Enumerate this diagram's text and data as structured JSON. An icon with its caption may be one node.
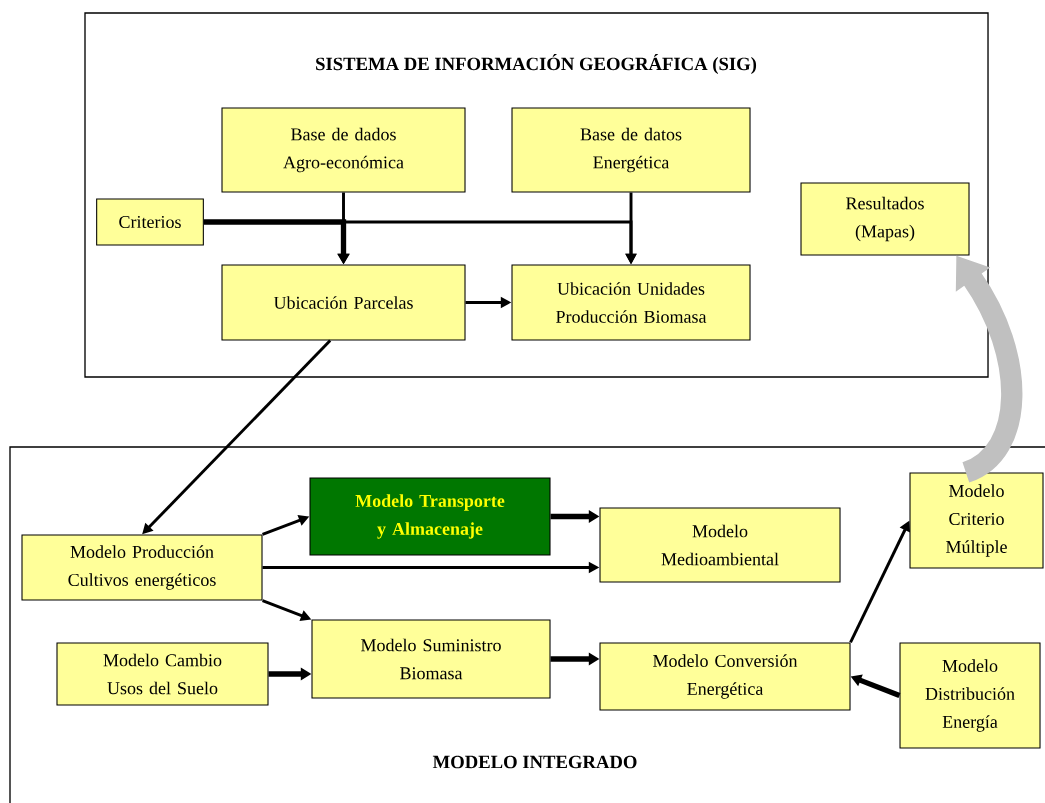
{
  "diagram": {
    "nodes": [
      {
        "text": [
          "SISTEMA DE INFORMACIÓN GEOGRÁFICA (SIG)"
        ]
      },
      {
        "text": [
          "Base de dados Agro-económica"
        ],
        "in": 0
      },
      {
        "text": [
          "Base de datos Energética"
        ],
        "in": 0
      },
      {
        "text": [
          "Criterios"
        ],
        "in": 0
      },
      {
        "text": [
          "Ubicación Parcelas"
        ],
        "in": 0
      },
      {
        "text": [
          "Ubicación Unidades Producción Biomasa"
        ],
        "in": 0
      },
      {
        "text": [
          "Resultados (Mapas)"
        ],
        "in": 0
      },
      {
        "text": [
          "MODELO INTEGRADO"
        ]
      },
      {
        "text": [
          "Modelo Transporte y Almacenaje"
        ],
        "in": 7
      },
      {
        "text": [
          "Modelo Producción Cultivos energéticos"
        ],
        "in": 7
      },
      {
        "text": [
          "Modelo Medioambiental"
        ],
        "in": 7
      },
      {
        "text": [
          "Modelo Criterio Múltiple"
        ],
        "in": 7
      },
      {
        "text": [
          "Modelo Cambio Usos del Suelo"
        ],
        "in": 7
      },
      {
        "text": [
          "Modelo Suministro Biomasa"
        ],
        "in": 7
      },
      {
        "text": [
          "Modelo Conversión Energética"
        ],
        "in": 7
      },
      {
        "text": [
          "Modelo Distribución Energía"
        ],
        "in": 7
      }
    ],
    "edges": [
      {
        "from": 1,
        "to": 4,
        "arrow": "to"
      },
      {
        "from": 3,
        "to": 4,
        "arrow": "to",
        "style": "thick"
      },
      {
        "from": 2,
        "to": 5,
        "arrow": "to"
      },
      {
        "from": 3,
        "to": 5,
        "arrow": "to"
      },
      {
        "from": 4,
        "to": 5,
        "arrow": "to"
      },
      {
        "from": 4,
        "to": 9,
        "arrow": "to"
      },
      {
        "from": 9,
        "to": 8,
        "arrow": "to"
      },
      {
        "from": 9,
        "to": 10,
        "arrow": "to"
      },
      {
        "from": 9,
        "to": 13,
        "arrow": "to"
      },
      {
        "from": 8,
        "to": 10,
        "arrow": "to",
        "style": "thick"
      },
      {
        "from": 12,
        "to": 13,
        "arrow": "to",
        "style": "thick"
      },
      {
        "from": 13,
        "to": 14,
        "arrow": "to",
        "style": "thick"
      },
      {
        "from": 15,
        "to": 14,
        "arrow": "to",
        "style": "thick"
      },
      {
        "from": 14,
        "to": 11,
        "arrow": "to"
      },
      {
        "from": 11,
        "to": 6,
        "arrow": "to",
        "style": "thick",
        "color": "#c0c0c0"
      }
    ]
  }
}
